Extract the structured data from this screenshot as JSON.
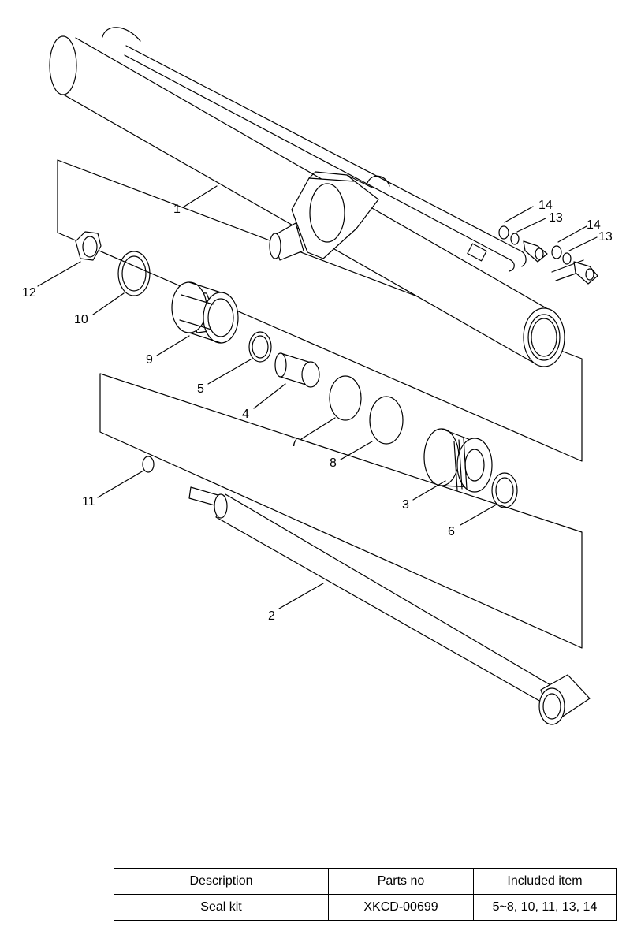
{
  "diagram": {
    "callouts": [
      {
        "id": "1",
        "text": "1"
      },
      {
        "id": "2",
        "text": "2"
      },
      {
        "id": "3",
        "text": "3"
      },
      {
        "id": "4",
        "text": "4"
      },
      {
        "id": "5",
        "text": "5"
      },
      {
        "id": "6",
        "text": "6"
      },
      {
        "id": "7",
        "text": "7"
      },
      {
        "id": "8",
        "text": "8"
      },
      {
        "id": "9",
        "text": "9"
      },
      {
        "id": "10",
        "text": "10"
      },
      {
        "id": "11",
        "text": "11"
      },
      {
        "id": "12",
        "text": "12"
      },
      {
        "id": "13a",
        "text": "13"
      },
      {
        "id": "14a",
        "text": "14"
      },
      {
        "id": "13b",
        "text": "13"
      },
      {
        "id": "14b",
        "text": "14"
      }
    ]
  },
  "table": {
    "headers": [
      "Description",
      "Parts no",
      "Included item"
    ],
    "rows": [
      [
        "Seal kit",
        "XKCD-00699",
        "5~8, 10, 11, 13, 14"
      ]
    ]
  }
}
